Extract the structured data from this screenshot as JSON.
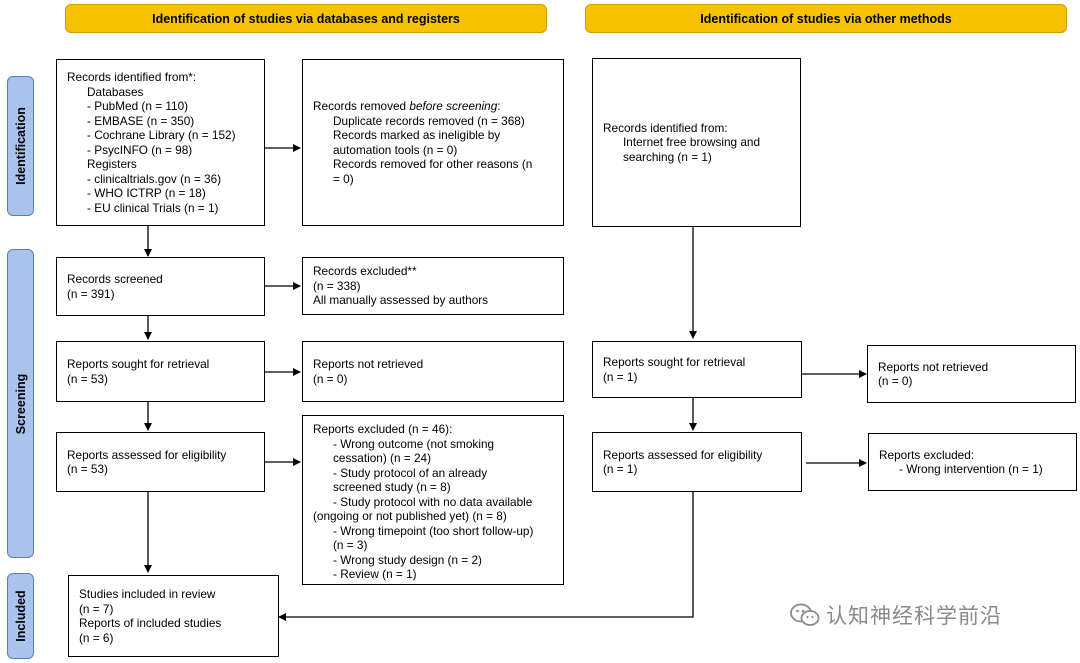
{
  "headers": {
    "databases": "Identification of studies via databases and registers",
    "other": "Identification of studies via other methods"
  },
  "phases": {
    "identification": "Identification",
    "screening": "Screening",
    "included": "Included"
  },
  "boxes": {
    "records_identified": {
      "title": "Records identified from*:",
      "databases_label": "Databases",
      "databases": [
        "- PubMed (n = 110)",
        "- EMBASE (n = 350)",
        "- Cochrane Library (n = 152)",
        "- PsycINFO (n = 98)"
      ],
      "registers_label": "Registers",
      "registers": [
        "- clinicaltrials.gov (n = 36)",
        "- WHO ICTRP (n = 18)",
        "- EU clinical Trials (n = 1)"
      ]
    },
    "records_removed": {
      "title_prefix": "Records removed ",
      "title_em": "before screening",
      "title_suffix": ":",
      "lines": [
        "Duplicate records removed (n = 368)",
        "Records marked as ineligible by",
        "automation tools (n = 0)",
        "Records removed for other reasons (n",
        "= 0)"
      ]
    },
    "records_screened": {
      "title": "Records screened",
      "count": "(n = 391)"
    },
    "records_excluded": {
      "title": "Records excluded**",
      "count": "(n = 338)",
      "note": "All manually assessed by authors"
    },
    "reports_sought": {
      "title": "Reports sought for retrieval",
      "count": "(n = 53)"
    },
    "reports_not_retrieved": {
      "title": "Reports not retrieved",
      "count": "(n = 0)"
    },
    "reports_assessed": {
      "title": "Reports assessed for eligibility",
      "count": "(n = 53)"
    },
    "reports_excluded": {
      "title": "Reports excluded (n = 46):",
      "lines": [
        "- Wrong outcome (not smoking",
        "cessation) (n = 24)",
        "- Study protocol of an already",
        "screened study (n = 8)",
        "- Study protocol with no data available",
        "(ongoing or not published yet) (n = 8)",
        "- Wrong timepoint (too short follow-up)",
        "(n = 3)",
        "- Wrong study design (n = 2)",
        "- Review (n = 1)"
      ]
    },
    "studies_included": {
      "title": "Studies included in review",
      "count": "(n = 7)",
      "reports_title": "Reports of included studies",
      "reports_count": "(n = 6)"
    },
    "other_identified": {
      "title": "Records identified from:",
      "lines": [
        "Internet free browsing and",
        "searching (n = 1)"
      ]
    },
    "other_sought": {
      "title": "Reports sought for retrieval",
      "count": "(n = 1)"
    },
    "other_not_retrieved": {
      "title": "Reports not retrieved",
      "count": "(n = 0)"
    },
    "other_assessed": {
      "title": "Reports assessed for eligibility",
      "count": "(n = 1)"
    },
    "other_excluded": {
      "title": "Reports excluded:",
      "lines": [
        "- Wrong intervention (n = 1)"
      ]
    }
  },
  "watermark": {
    "text": "认知神经科学前沿",
    "icon": "wechat-icon"
  },
  "colors": {
    "header": "#f7c200",
    "phase": "#a9c3ea",
    "phase_border": "#5a7fb8",
    "watermark": "#8a8a8a"
  }
}
